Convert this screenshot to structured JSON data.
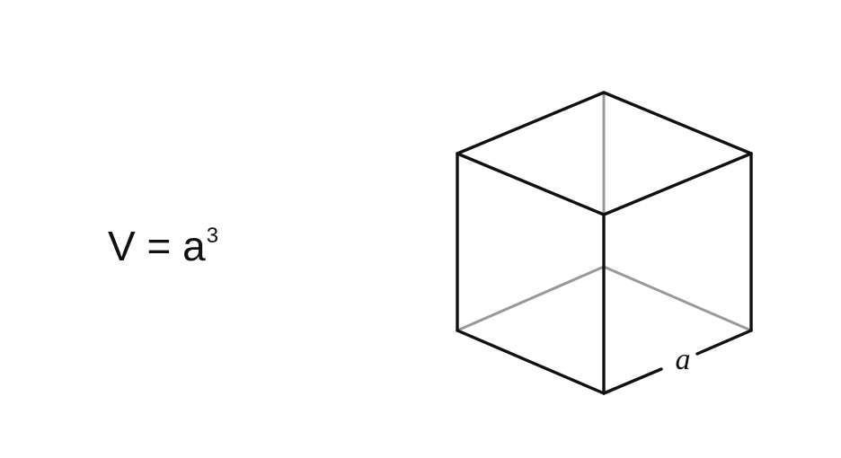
{
  "formula": {
    "lhs": "V",
    "equals": "=",
    "base": "a",
    "exponent": "3"
  },
  "cube": {
    "edge_label": "a",
    "visible_edge_color": "#111111",
    "hidden_edge_color": "#999999"
  }
}
